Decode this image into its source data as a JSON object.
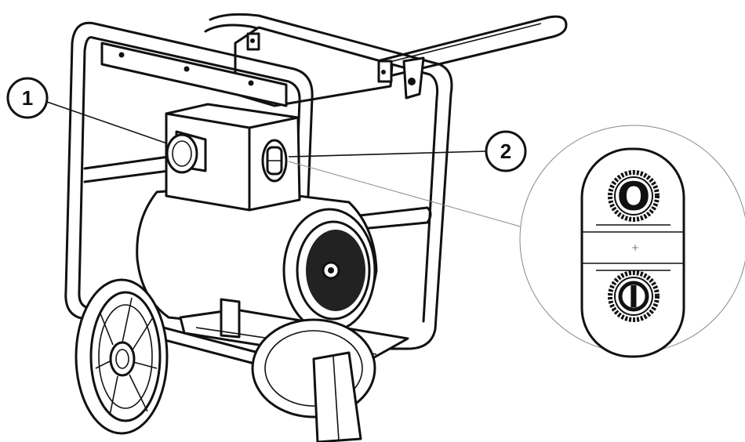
{
  "callouts": [
    {
      "number": "1",
      "target": "socket"
    },
    {
      "number": "2",
      "target": "power-switch"
    }
  ],
  "switch_detail": {
    "off_symbol": "O",
    "on_symbol": "I"
  },
  "colors": {
    "line": "#111111",
    "background": "#ffffff"
  }
}
